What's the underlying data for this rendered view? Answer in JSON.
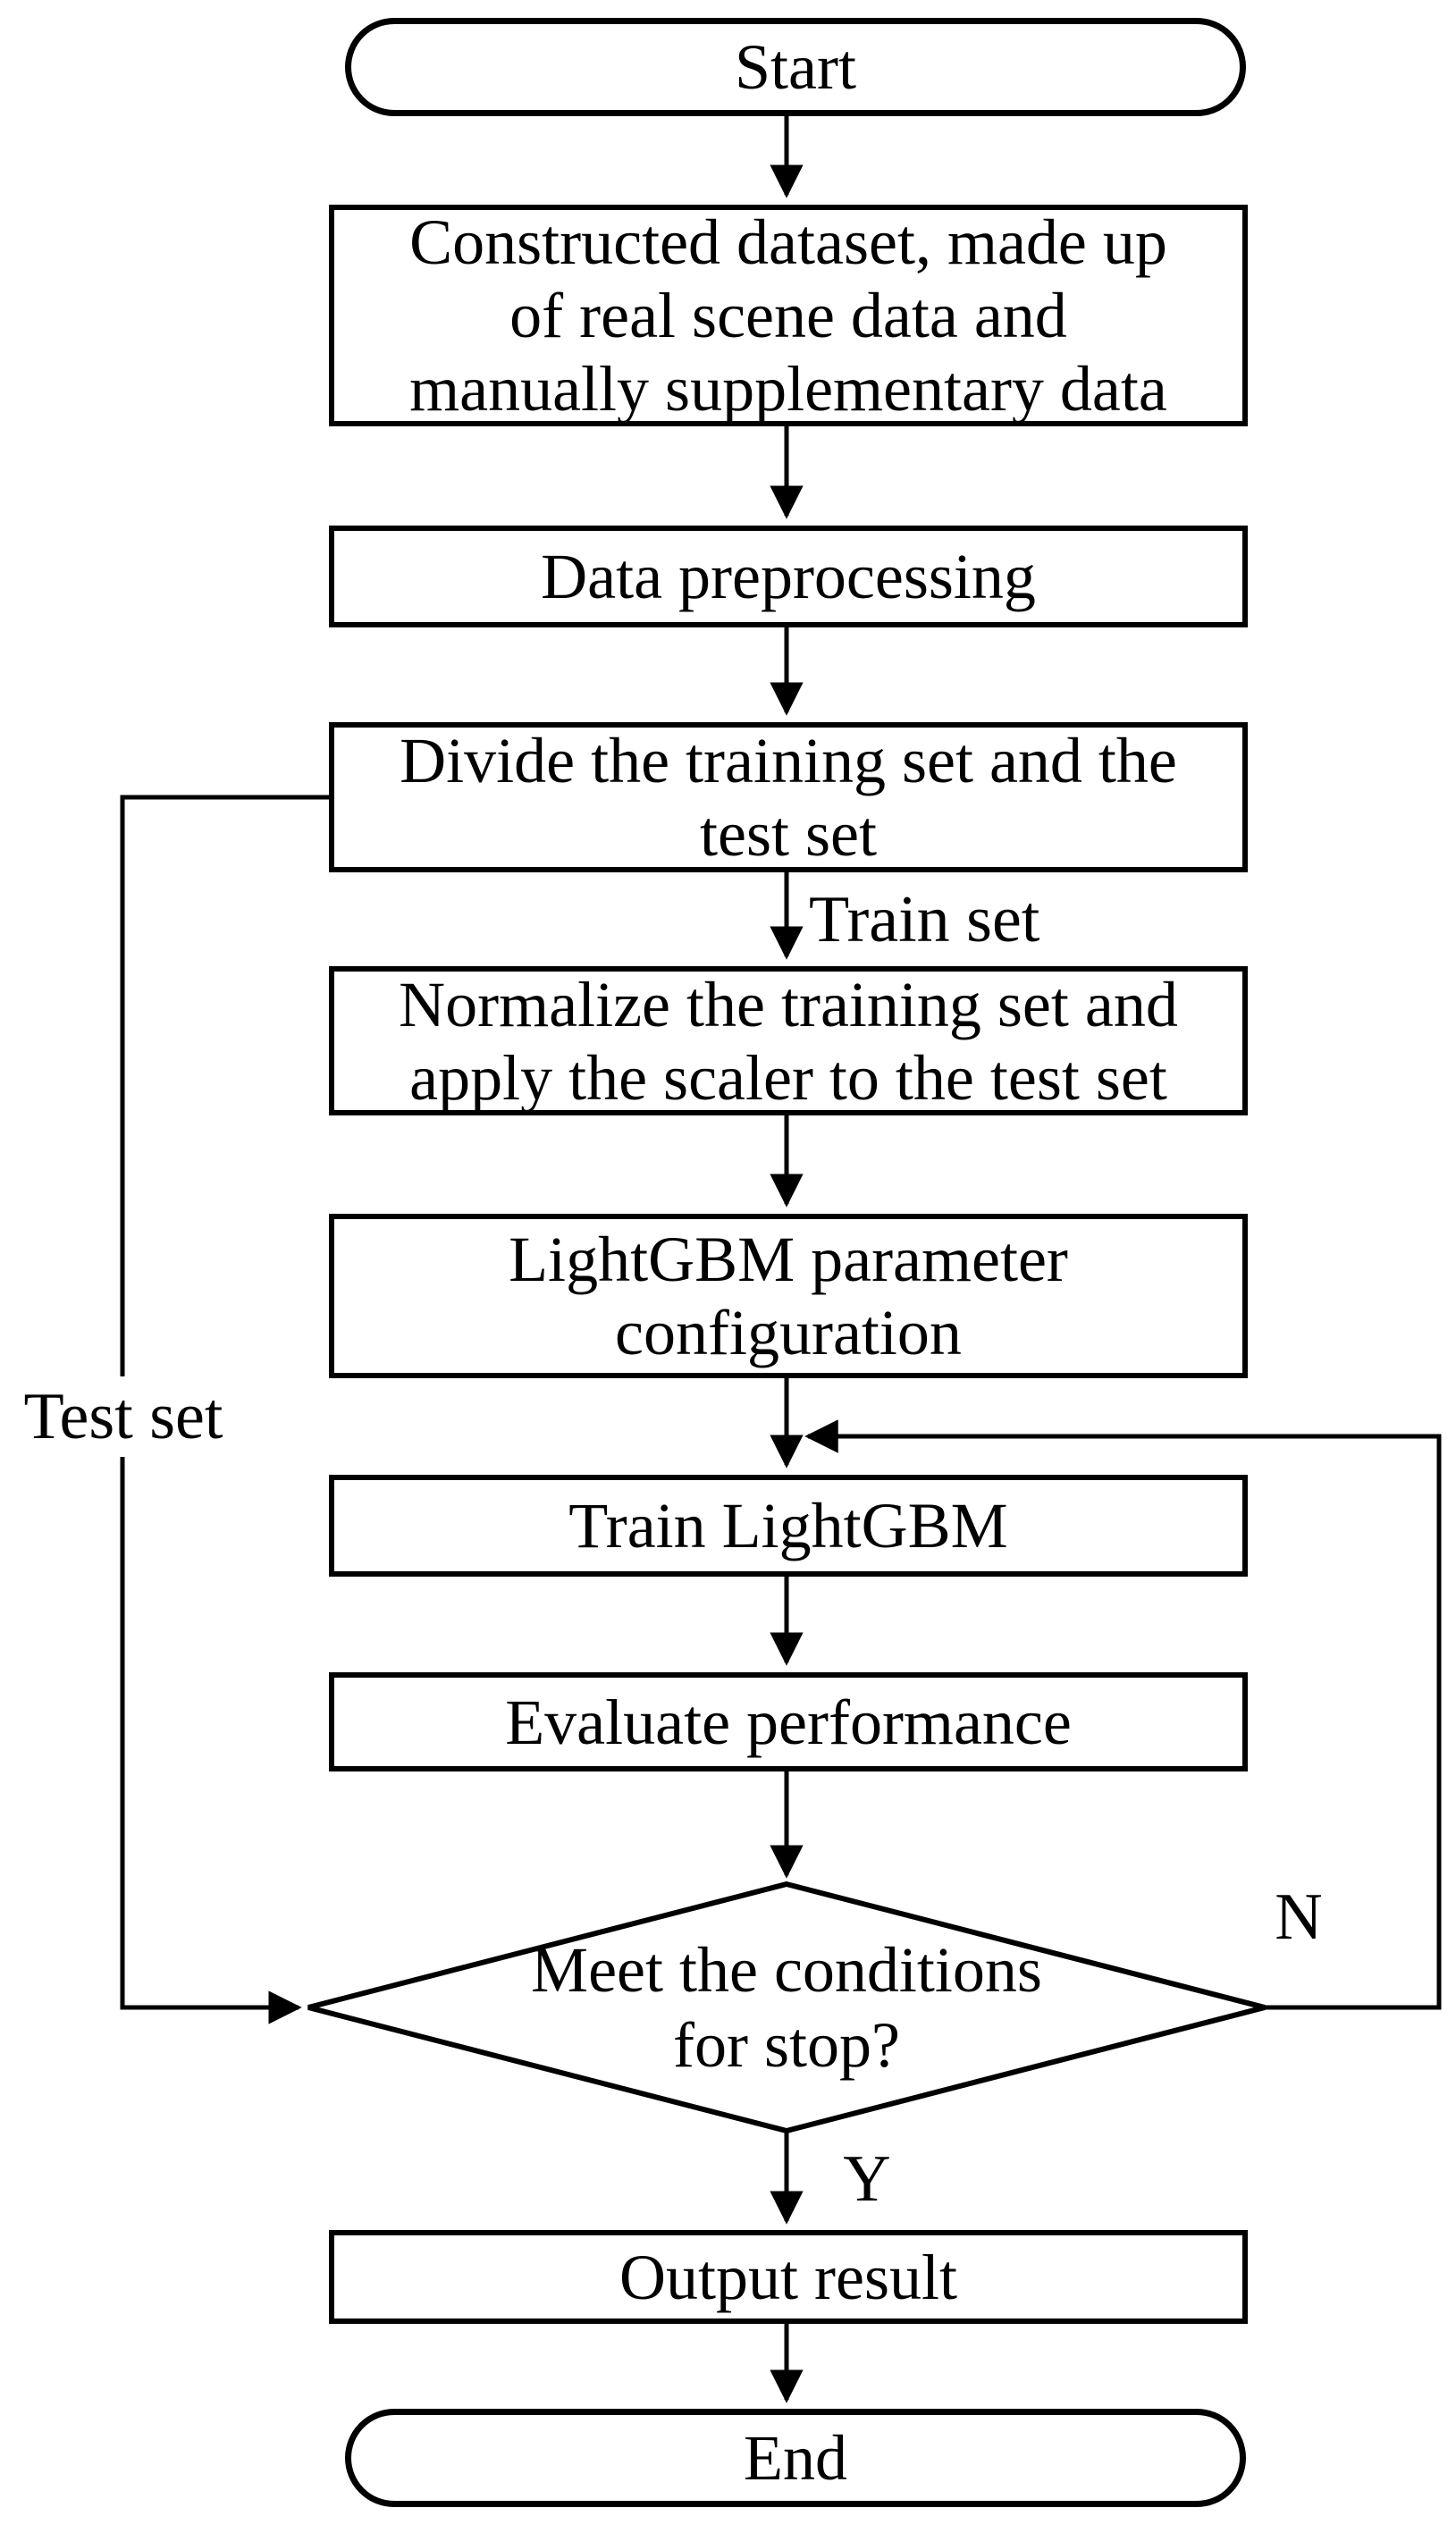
{
  "diagram": {
    "title_semantic": "LightGBM model training flowchart",
    "colors": {
      "background": "#ffffff",
      "stroke": "#000000",
      "text": "#000000"
    },
    "nodes": {
      "start": {
        "type": "terminator",
        "label": "Start"
      },
      "dataset": {
        "type": "process",
        "lines": [
          "Constructed dataset, made up",
          "of real scene data and",
          "manually supplementary data"
        ]
      },
      "preprocess": {
        "type": "process",
        "label": "Data preprocessing"
      },
      "divide": {
        "type": "process",
        "lines": [
          "Divide the training set and the",
          "test set"
        ]
      },
      "normalize": {
        "type": "process",
        "lines": [
          "Normalize the training set and",
          "apply the scaler to the test set"
        ]
      },
      "config": {
        "type": "process",
        "lines": [
          "LightGBM parameter",
          "configuration"
        ]
      },
      "train": {
        "type": "process",
        "label": "Train LightGBM"
      },
      "evaluate": {
        "type": "process",
        "label": "Evaluate performance"
      },
      "decision": {
        "type": "decision",
        "lines": [
          "Meet the conditions",
          "for stop?"
        ]
      },
      "output": {
        "type": "process",
        "label": "Output result"
      },
      "end": {
        "type": "terminator",
        "label": "End"
      }
    },
    "edge_labels": {
      "train_set": "Train set",
      "test_set": "Test set",
      "no": "N",
      "yes": "Y"
    }
  }
}
